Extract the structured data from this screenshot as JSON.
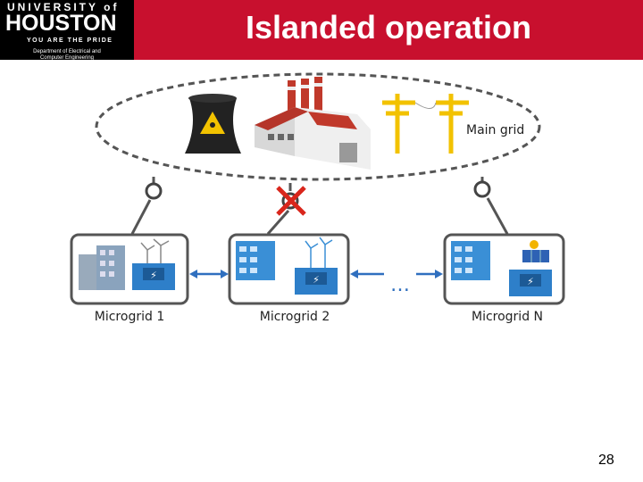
{
  "header": {
    "logo": {
      "line1": "UNIVERSITY of",
      "line2": "HOUSTON",
      "line3": "YOU ARE THE PRIDE",
      "dept1": "Department of Electrical and",
      "dept2": "Computer Engineering"
    },
    "title": "Islanded operation"
  },
  "diagram": {
    "main_grid_label": "Main grid",
    "ellipsis": "…",
    "microgrids": [
      {
        "label": "Microgrid 1"
      },
      {
        "label": "Microgrid 2"
      },
      {
        "label": "Microgrid N"
      }
    ],
    "colors": {
      "accent": "#c8102e",
      "grid_line": "#555555",
      "tower": "#f2c200",
      "building_blue": "#3a8fd6",
      "arrow": "#2f6fbf",
      "disconnect": "#d9261c"
    },
    "icons": [
      "nuclear-plant-icon",
      "factory-icon",
      "transmission-tower-icon",
      "office-building-icon",
      "wind-turbine-icon",
      "generator-icon",
      "solar-panel-icon",
      "switch-icon"
    ]
  },
  "page_number": "28"
}
